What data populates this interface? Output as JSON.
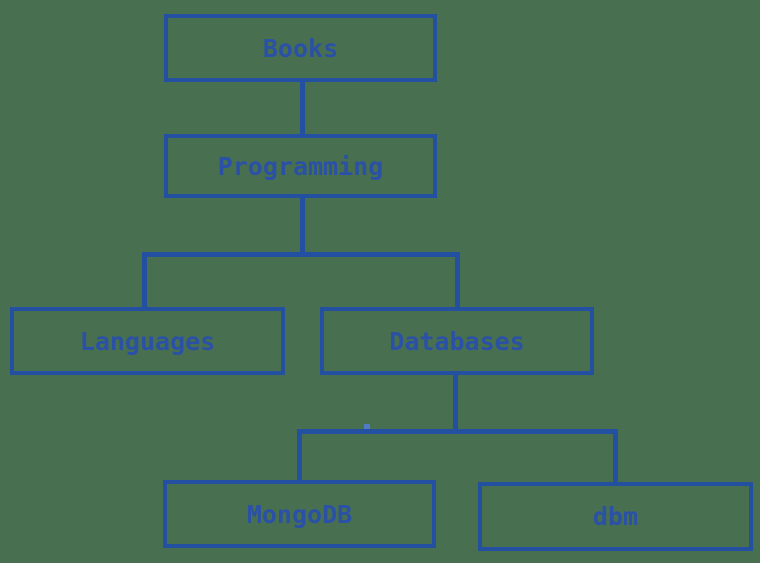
{
  "diagram": {
    "type": "tree",
    "colors": {
      "background": "#487050",
      "line": "#2450a2",
      "text": "#2b51a6",
      "artifact": "#4f7cc2"
    },
    "nodes": [
      {
        "id": "books",
        "label": "Books"
      },
      {
        "id": "programming",
        "label": "Programming"
      },
      {
        "id": "languages",
        "label": "Languages"
      },
      {
        "id": "databases",
        "label": "Databases"
      },
      {
        "id": "mongodb",
        "label": "MongoDB"
      },
      {
        "id": "dbm",
        "label": "dbm"
      }
    ],
    "edges": [
      {
        "from": "Books",
        "to": "Programming"
      },
      {
        "from": "Programming",
        "to": "Languages"
      },
      {
        "from": "Programming",
        "to": "Databases"
      },
      {
        "from": "Databases",
        "to": "MongoDB"
      },
      {
        "from": "Databases",
        "to": "dbm"
      }
    ]
  }
}
